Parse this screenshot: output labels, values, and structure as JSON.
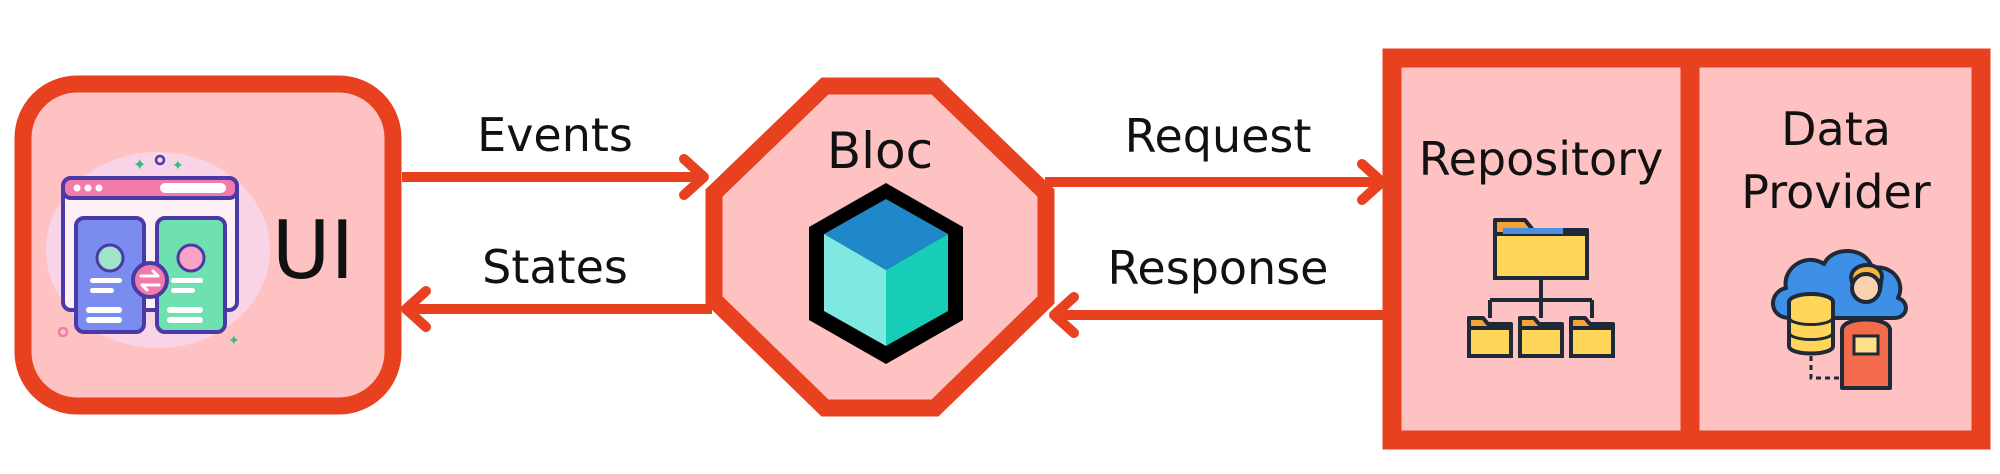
{
  "colors": {
    "accent": "#E8411F",
    "box_fill": "#FFC2C2",
    "text": "#111111"
  },
  "ui_box": {
    "label": "UI",
    "icon": "app-screens-illustration-icon"
  },
  "bloc": {
    "label": "Bloc",
    "icon": "cube-icon"
  },
  "repository": {
    "label": "Repository",
    "icon": "folder-tree-icon"
  },
  "data_provider": {
    "label_line1": "Data",
    "label_line2": "Provider",
    "icon": "cloud-database-person-icon"
  },
  "arrows": {
    "events": "Events",
    "states": "States",
    "request": "Request",
    "response": "Response"
  }
}
